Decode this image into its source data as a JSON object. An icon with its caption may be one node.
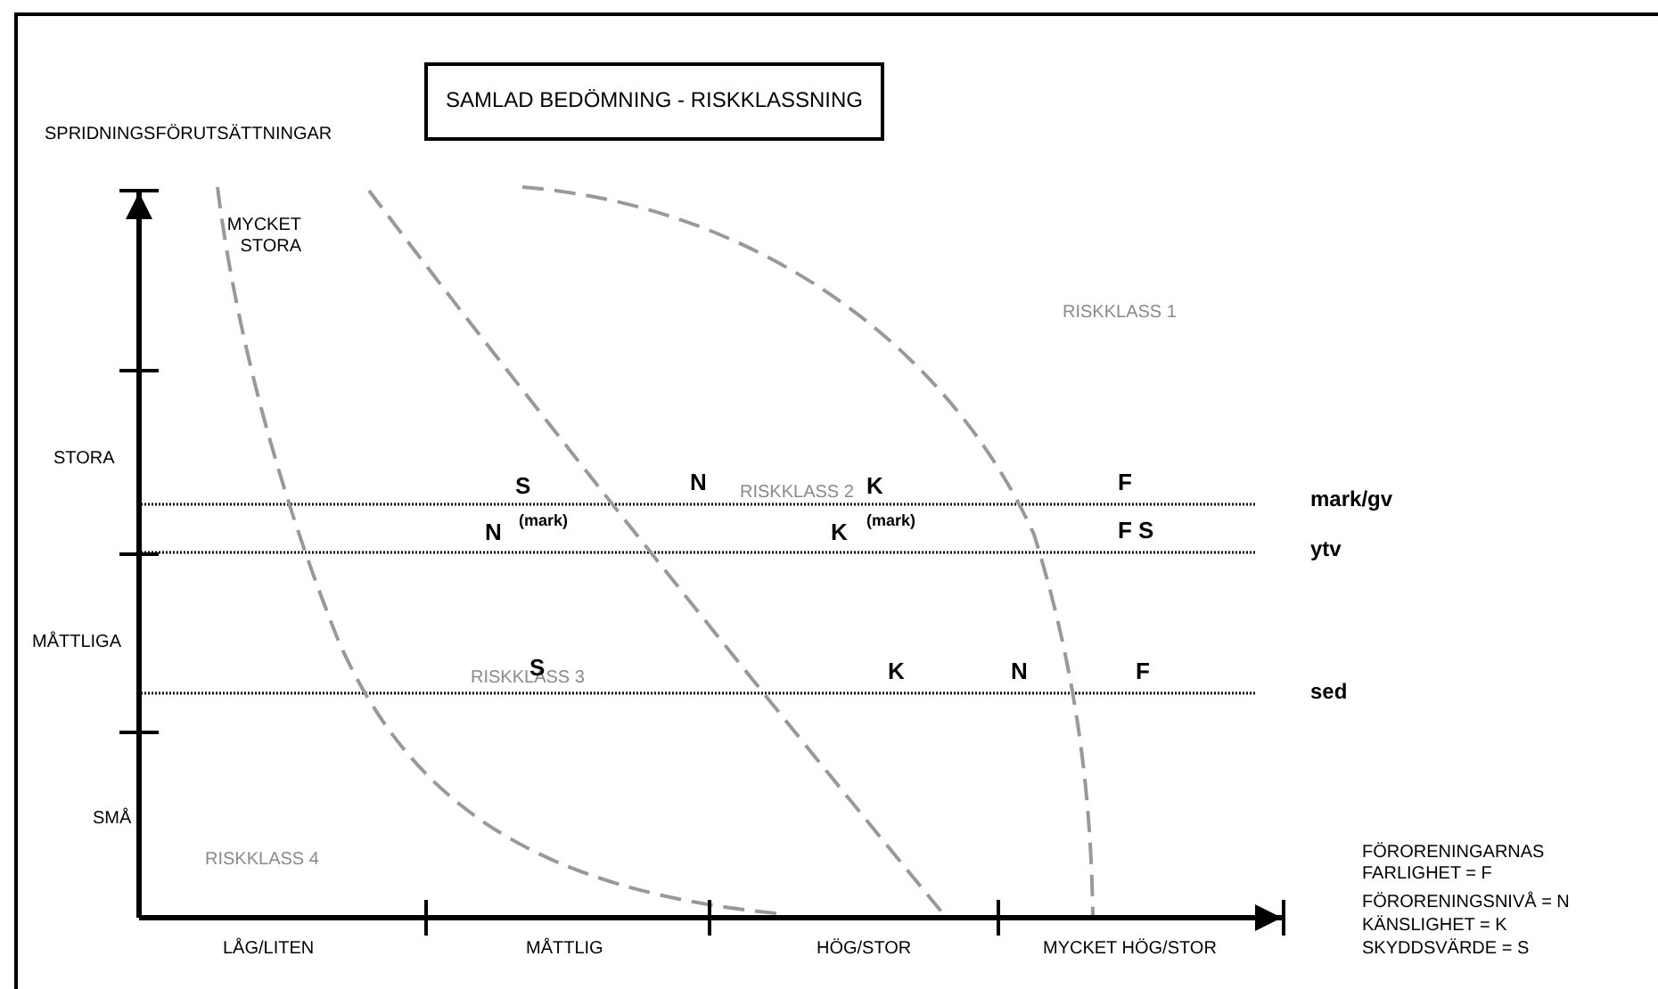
{
  "diagram": {
    "title": "SAMLAD BEDÖMNING - RISKKLASSNING",
    "labels": [
      "SPRIDNINGSFÖRUTSÄTTNINGAR",
      "MYCKET STORA",
      "RISKKLASS 1",
      "STORA",
      "S",
      "N",
      "RISKKLASS 2",
      "K",
      "F",
      "mark/gv",
      "N",
      "(mark)",
      "K",
      "(mark)",
      "F S",
      "ytv",
      "MÅTTLIGA",
      "RISKKLASS 3",
      "S",
      "K",
      "N",
      "F",
      "sed",
      "SMÅ",
      "RISKKLASS 4",
      "LÅG/LITEN",
      "MÅTTLIG",
      "HÖG/STOR",
      "MYCKET HÖG/STOR",
      "FÖRORENINGARNAS FARLIGHET = F",
      "FÖRORENINGSNIVÅ = N",
      "KÄNSLIGHET = K",
      "SKYDDSVÄRDE = S"
    ]
  }
}
